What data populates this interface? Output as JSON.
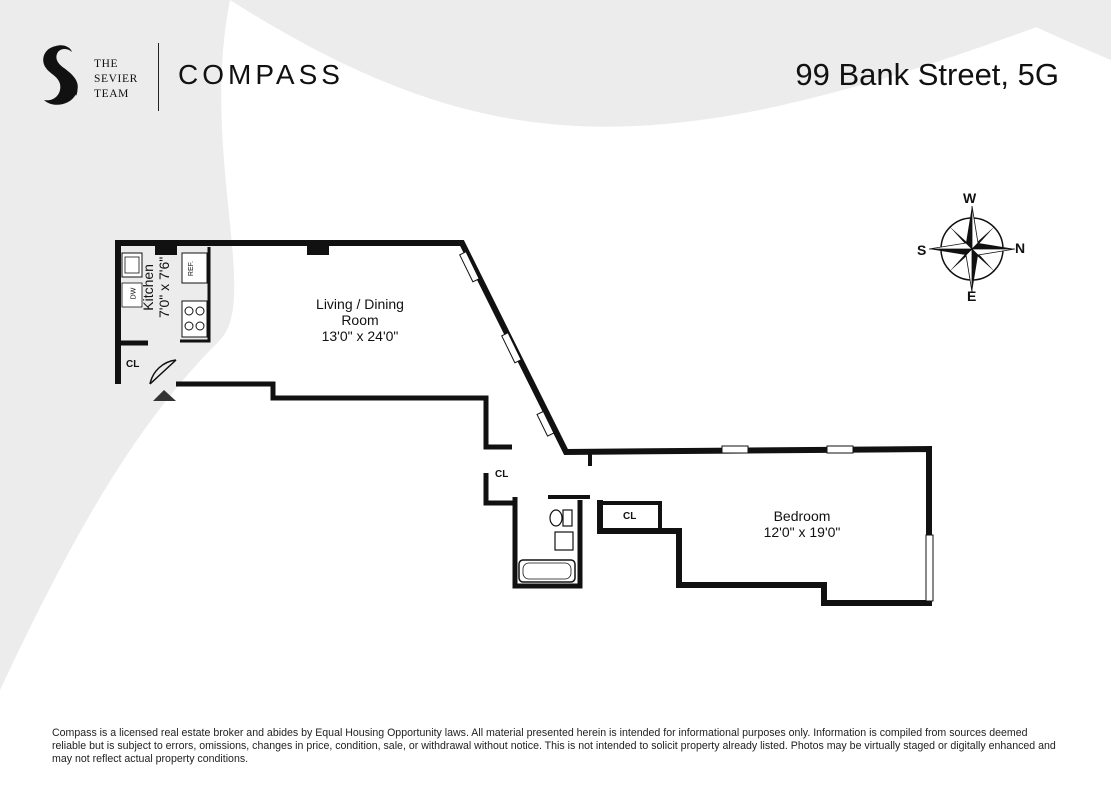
{
  "header": {
    "team_line1": "THE",
    "team_line2": "SEVIER",
    "team_line3": "TEAM",
    "brand": "COMPASS",
    "address": "99 Bank Street, 5G"
  },
  "compass": {
    "north": "N",
    "south": "S",
    "east": "E",
    "west": "W"
  },
  "rooms": {
    "kitchen_name": "Kitchen",
    "kitchen_dims": "7'0\" x 7'6\"",
    "living_name_1": "Living / Dining",
    "living_name_2": "Room",
    "living_dims": "13'0\" x 24'0\"",
    "bedroom_name": "Bedroom",
    "bedroom_dims": "12'0\" x 19'0\"",
    "closet": "CL",
    "dw": "DW",
    "ref": "REF."
  },
  "disclaimer": "Compass is a licensed real estate broker and abides by Equal Housing Opportunity laws. All material presented herein is intended for informational purposes only. Information is compiled from sources deemed reliable but is subject to errors, omissions, changes in price, condition, sale, or withdrawal without notice. This is not intended to solicit property already listed. Photos may be virtually staged or digitally enhanced and may not reflect actual property conditions.",
  "colors": {
    "background": "#ececec",
    "paper": "#ffffff",
    "wall": "#111111"
  }
}
